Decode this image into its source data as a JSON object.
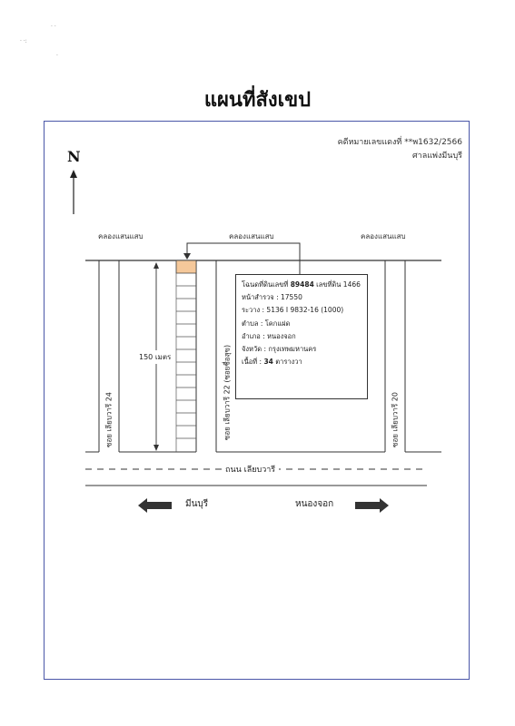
{
  "document": {
    "title": "แผนที่สังเขป",
    "case_number": "คดีหมายเลขแดงที่ **พ1632/2566",
    "court": "ศาลแพ่งมีนบุรี",
    "north": "N"
  },
  "canals": {
    "left": "คลองแสนแสบ",
    "center": "คลองแสนแสบ",
    "right": "คลองแสนแสบ"
  },
  "deed": {
    "line1_prefix": "โฉนดที่ดินเลขที่ ",
    "deed_number": "89484",
    "line1_suffix": " เลขที่ดิน 1466",
    "survey_page": "หน้าสำรวจ : 17550",
    "grid": "ระวาง : 5136 I 9832-16 (1000)",
    "subdistrict": "ตำบล : โคกแฝด",
    "district": "อำเภอ : หนองจอก",
    "province": "จังหวัด : กรุงเทพมหานคร",
    "area_prefix": "เนื้อที่ : ",
    "area_value": "34",
    "area_suffix": " ตารางวา"
  },
  "streets": {
    "soi_24": "ซอย เลียบวารี 24",
    "soi_22": "ซอย เลียบวารี 22 (ซอยชื่อสุข)",
    "soi_20": "ซอย เลียบวารี 20",
    "main_road": "ถนน เลียบวารี",
    "length": "150 เมตร"
  },
  "directions": {
    "left": "มีนบุรี",
    "right": "หนองจอก"
  },
  "colors": {
    "frame": "#4a56a8",
    "plot_highlight": "#f5c89a",
    "line": "#333333"
  }
}
